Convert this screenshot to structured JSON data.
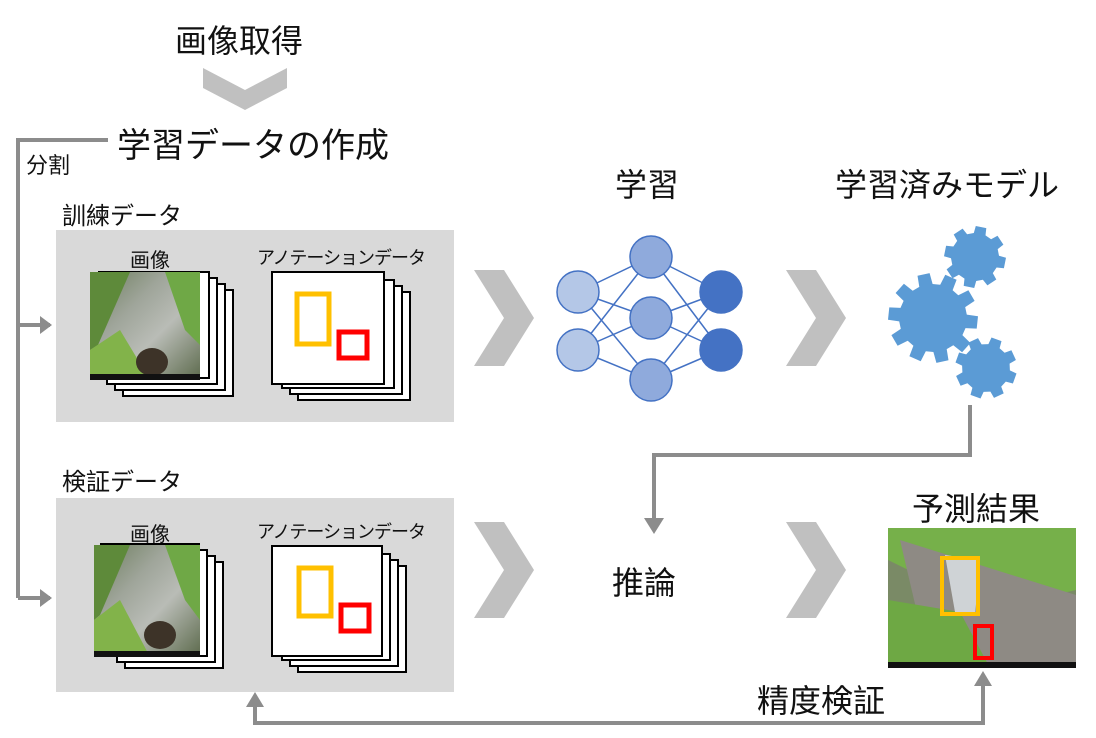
{
  "steps": {
    "acquire": "画像取得",
    "create_data": "学習データの作成",
    "split": "分割",
    "learning": "学習",
    "trained_model": "学習済みモデル",
    "inference": "推論",
    "prediction": "予測結果",
    "accuracy": "精度検証"
  },
  "training_set": {
    "title": "訓練データ",
    "images_label": "画像",
    "annotations_label": "アノテーションデータ"
  },
  "validation_set": {
    "title": "検証データ",
    "images_label": "画像",
    "annotations_label": "アノテーションデータ"
  },
  "colors": {
    "panel_bg": "#d9d9d9",
    "chevron": "#c0c0c0",
    "arrow_line": "#8c8c8c",
    "gear": "#5b9bd5",
    "node_light": "#b4c7e7",
    "node_mid": "#8faadc",
    "node_dark": "#4472c4",
    "edge": "#4472c4",
    "box_yellow": "#ffc000",
    "box_red": "#ff0000"
  },
  "icons": [
    "photo-stack-icon",
    "annotation-stack-icon",
    "neural-network-icon",
    "gears-icon"
  ]
}
